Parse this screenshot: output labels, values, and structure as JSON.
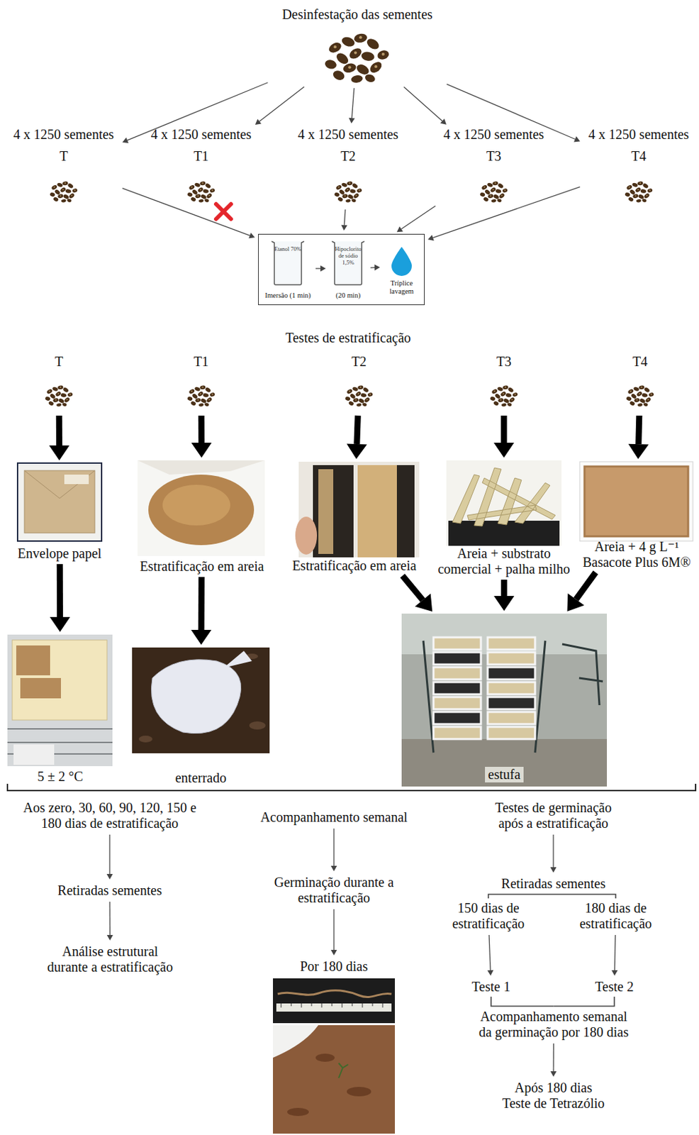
{
  "diagram": {
    "nodes": [
      {
        "text": [
          "Desinfestação das sementes"
        ]
      },
      {
        "text": [
          "4 x 1250 sementes",
          "T"
        ]
      },
      {
        "text": [
          "4 x 1250 sementes",
          "T1"
        ]
      },
      {
        "text": [
          "4 x 1250 sementes",
          "T2"
        ]
      },
      {
        "text": [
          "4 x 1250 sementes",
          "T3"
        ]
      },
      {
        "text": [
          "4 x 1250 sementes",
          "T4"
        ]
      },
      {
        "text": []
      },
      {
        "text": [
          "Etanol 70%",
          "Imersão (1 min)"
        ],
        "in": 6
      },
      {
        "text": [
          "Hipoclorito de sódio 1,5%",
          "(20 min)"
        ],
        "in": 6
      },
      {
        "text": [
          "Tríplice lavagem"
        ],
        "in": 6
      },
      {
        "text": [
          "T"
        ]
      },
      {
        "text": [
          "T1"
        ]
      },
      {
        "text": [
          "T2"
        ]
      },
      {
        "text": [
          "T3"
        ]
      },
      {
        "text": [
          "T4"
        ]
      },
      {
        "text": [
          "Envelope papel"
        ]
      },
      {
        "text": [
          "Estratificação em areia"
        ]
      },
      {
        "text": [
          "Estratificação em areia"
        ]
      },
      {
        "text": [
          "Areia + substrato comercial + palha milho"
        ]
      },
      {
        "text": [
          "Areia + 4 g L⁻¹ Basacote Plus 6M®"
        ]
      },
      {
        "text": [
          "5 ± 2 °C"
        ]
      },
      {
        "text": [
          "enterrado"
        ]
      },
      {
        "text": [
          "estufa"
        ]
      },
      {
        "text": [
          "Aos zero, 30, 60, 90, 120, 150 e 180 dias de estratificação"
        ]
      },
      {
        "text": [
          "Retiradas sementes"
        ]
      },
      {
        "text": [
          "Análise estrutural durante a estratificação"
        ]
      },
      {
        "text": [
          "Acompanhamento semanal"
        ]
      },
      {
        "text": [
          "Germinação durante a estratificação"
        ]
      },
      {
        "text": [
          "Por 180 dias"
        ]
      },
      {
        "text": [
          "Testes de germinação após a estratificação"
        ]
      },
      {
        "text": [
          "Retiradas sementes"
        ]
      },
      {
        "text": [
          "150 dias de estratificação"
        ]
      },
      {
        "text": [
          "180 dias de estratificação"
        ]
      },
      {
        "text": [
          "Teste 1"
        ]
      },
      {
        "text": [
          "Teste 2"
        ]
      },
      {
        "text": [
          "Acompanhamento semanal da germinação por 180 dias"
        ]
      },
      {
        "text": [
          "Após 180 dias",
          "Teste de Tetrazólio"
        ]
      }
    ],
    "edges": [
      {
        "from": 0,
        "to": 1,
        "arrow": "to"
      },
      {
        "from": 0,
        "to": 2,
        "arrow": "to"
      },
      {
        "from": 0,
        "to": 3,
        "arrow": "to"
      },
      {
        "from": 0,
        "to": 4,
        "arrow": "to"
      },
      {
        "from": 0,
        "to": 5,
        "arrow": "to"
      },
      {
        "from": 1,
        "to": 6,
        "arrow": "to"
      },
      {
        "from": 3,
        "to": 6,
        "arrow": "to"
      },
      {
        "from": 4,
        "to": 6,
        "arrow": "to"
      },
      {
        "from": 5,
        "to": 6,
        "arrow": "to"
      },
      {
        "from": 7,
        "to": 8,
        "arrow": "to"
      },
      {
        "from": 8,
        "to": 9,
        "arrow": "to"
      },
      {
        "from": 10,
        "to": 15,
        "arrow": "to"
      },
      {
        "from": 11,
        "to": 16,
        "arrow": "to"
      },
      {
        "from": 12,
        "to": 17,
        "arrow": "to"
      },
      {
        "from": 13,
        "to": 18,
        "arrow": "to"
      },
      {
        "from": 14,
        "to": 19,
        "arrow": "to"
      },
      {
        "from": 15,
        "to": 20,
        "arrow": "to"
      },
      {
        "from": 16,
        "to": 21,
        "arrow": "to"
      },
      {
        "from": 17,
        "to": 22,
        "arrow": "to"
      },
      {
        "from": 18,
        "to": 22,
        "arrow": "to"
      },
      {
        "from": 19,
        "to": 22,
        "arrow": "to"
      },
      {
        "from": 23,
        "to": 24,
        "arrow": "to"
      },
      {
        "from": 24,
        "to": 25,
        "arrow": "to"
      },
      {
        "from": 26,
        "to": 27,
        "arrow": "to"
      },
      {
        "from": 27,
        "to": 28,
        "arrow": "to"
      },
      {
        "from": 29,
        "to": 30,
        "arrow": "to"
      },
      {
        "from": 30,
        "to": 31,
        "arrow": "none"
      },
      {
        "from": 30,
        "to": 32,
        "arrow": "none"
      },
      {
        "from": 31,
        "to": 33,
        "arrow": "to"
      },
      {
        "from": 32,
        "to": 34,
        "arrow": "to"
      },
      {
        "from": 33,
        "to": 35,
        "arrow": "none"
      },
      {
        "from": 34,
        "to": 35,
        "arrow": "none"
      },
      {
        "from": 35,
        "to": 36,
        "arrow": "to"
      }
    ],
    "labels": [
      "Testes de estratificação"
    ]
  }
}
